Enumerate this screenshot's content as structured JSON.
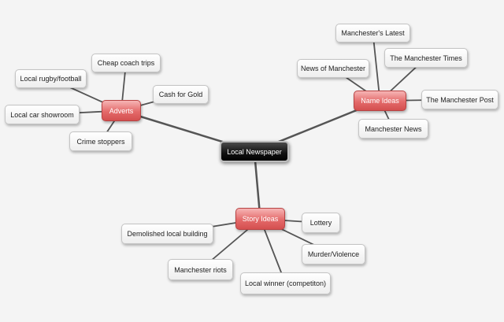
{
  "central": {
    "label": "Local Newspaper",
    "color": "#000000"
  },
  "branches": [
    {
      "name": "adverts",
      "label": "Adverts",
      "color": "#e06666",
      "children": [
        "Cheap coach trips",
        "Local rugby/football",
        "Cash for Gold",
        "Local car showroom",
        "Crime stoppers"
      ]
    },
    {
      "name": "name-ideas",
      "label": "Name Ideas",
      "color": "#e06666",
      "children": [
        "Manchester's Latest",
        "News of Manchester",
        "The Manchester Times",
        "The Manchester Post",
        "Manchester News"
      ]
    },
    {
      "name": "story-ideas",
      "label": "Story Ideas",
      "color": "#e06666",
      "children": [
        "Demolished local building",
        "Lottery",
        "Murder/Violence",
        "Manchester riots",
        "Local winner (competiton)"
      ]
    }
  ],
  "line_color": "#555555"
}
